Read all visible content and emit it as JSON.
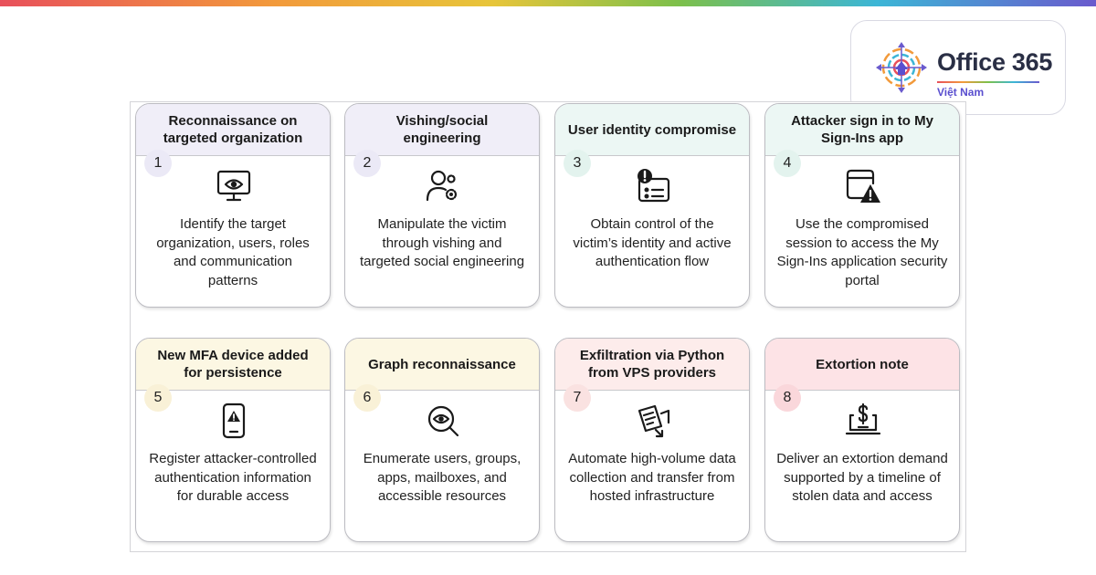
{
  "brand": {
    "title": "Office 365",
    "subtitle": "Việt Nam"
  },
  "steps": [
    {
      "number": "1",
      "title": "Reconnaissance on targeted organization",
      "description": "Identify the target organization, users, roles and communication patterns",
      "icon": "monitor-eye-icon",
      "color": "#f0eef8"
    },
    {
      "number": "2",
      "title": "Vishing/social engineering",
      "description": "Manipulate the victim through vishing and targeted social engineering",
      "icon": "user-gear-icon",
      "color": "#f0eef8"
    },
    {
      "number": "3",
      "title": "User identity compromise",
      "description": "Obtain control of the victim’s identity and active authentication flow",
      "icon": "id-card-alert-icon",
      "color": "#ecf7f4"
    },
    {
      "number": "4",
      "title": "Attacker sign in to My Sign-Ins app",
      "description": "Use the compromised session to access the My Sign-Ins application security portal",
      "icon": "window-warning-icon",
      "color": "#ecf7f4"
    },
    {
      "number": "5",
      "title": "New MFA device added for persistence",
      "description": "Register attacker-controlled authentication information for durable access",
      "icon": "phone-warning-icon",
      "color": "#fcf7e3"
    },
    {
      "number": "6",
      "title": "Graph reconnaissance",
      "description": "Enumerate users, groups, apps, mailboxes, and accessible resources",
      "icon": "search-eye-icon",
      "color": "#fcf7e3"
    },
    {
      "number": "7",
      "title": "Exfiltration via Python from VPS providers",
      "description": "Automate high-volume data collection and transfer from hosted infrastructure",
      "icon": "documents-arrow-icon",
      "color": "#fdeceb"
    },
    {
      "number": "8",
      "title": "Extortion note",
      "description": "Deliver an extortion demand supported by a timeline of stolen data and access",
      "icon": "laptop-dollar-icon",
      "color": "#fde3e6"
    }
  ]
}
